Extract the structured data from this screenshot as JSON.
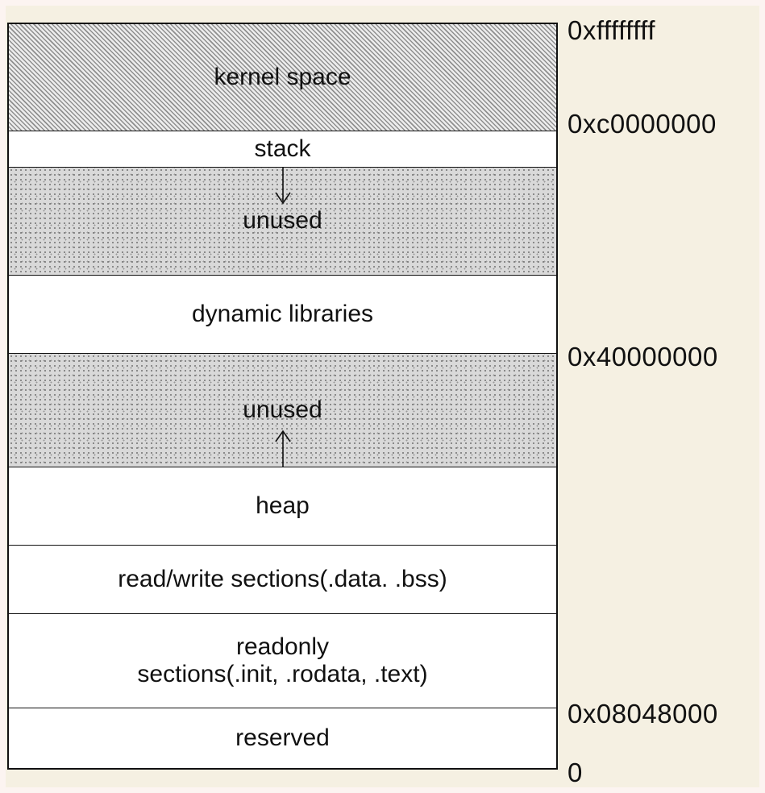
{
  "colors": {
    "page-bg": "#f5f0e2",
    "frame": "#fcf4f1",
    "ink": "#111111",
    "seg-bg": "#ffffff",
    "stipple-bg": "#d9d9d9",
    "hatch-light": "#ececec",
    "hatch-dark": "#8f8f8f"
  },
  "diagram": {
    "segments": [
      {
        "label": "kernel space",
        "pattern": "diagonal-hatch"
      },
      {
        "label": "stack",
        "pattern": "none"
      },
      {
        "label": "unused",
        "pattern": "stipple",
        "arrow": "down"
      },
      {
        "label": "dynamic libraries",
        "pattern": "none"
      },
      {
        "label": "unused",
        "pattern": "stipple",
        "arrow": "up"
      },
      {
        "label": "heap",
        "pattern": "none"
      },
      {
        "label": "read/write sections(.data. .bss)",
        "pattern": "none"
      },
      {
        "label": "readonly\nsections(.init, .rodata, .text)",
        "pattern": "none"
      },
      {
        "label": "reserved",
        "pattern": "none"
      }
    ],
    "addresses": [
      {
        "value": "0xffffffff"
      },
      {
        "value": "0xc0000000"
      },
      {
        "value": "0x40000000"
      },
      {
        "value": "0x08048000"
      },
      {
        "value": "0"
      }
    ]
  }
}
